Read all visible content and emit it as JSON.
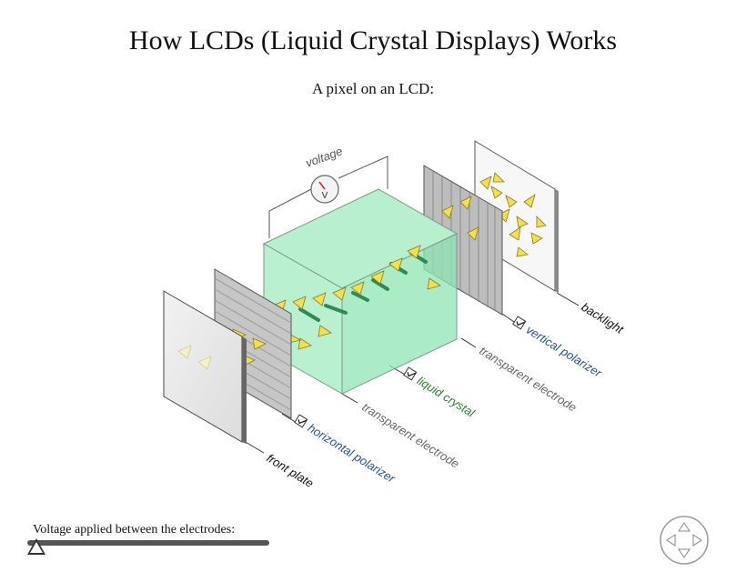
{
  "page": {
    "title": "How LCDs (Liquid Crystal Displays) Works",
    "subtitle": "A pixel on an LCD:"
  },
  "diagram": {
    "voltage_label": "voltage",
    "labels": {
      "backlight": "backlight",
      "vertical_polarizer": "vertical polarizer",
      "transparent_electrode_back": "transparent electrode",
      "liquid_crystal": "liquid crystal",
      "transparent_electrode_front": "transparent electrode",
      "horizontal_polarizer": "horizontal polarizer",
      "front_plate": "front plate"
    },
    "checkboxes": {
      "vertical_polarizer": true,
      "liquid_crystal": true,
      "horizontal_polarizer": true
    },
    "colors": {
      "polarizer_label": "#2a4f8c",
      "liquid_crystal_label": "#2e7d32",
      "crystal_fill": "#7ee3a6",
      "arrow_fill": "#f4e04d"
    }
  },
  "controls": {
    "voltage_caption": "Voltage applied between the electrodes:",
    "voltage_value": 0,
    "nav_icon": "pan-navigation-icon"
  }
}
